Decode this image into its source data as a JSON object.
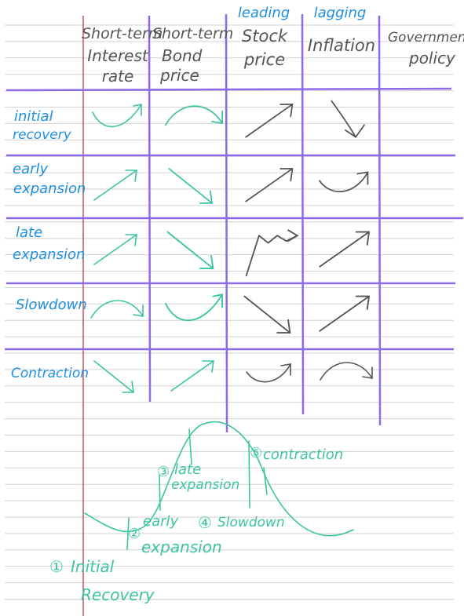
{
  "table": {
    "columns": [
      {
        "line1": "Short-term",
        "line2": "Interest",
        "line3": "rate",
        "tag": ""
      },
      {
        "line1": "Short-term",
        "line2": "Bond",
        "line3": "price",
        "tag": ""
      },
      {
        "line1": "Stock",
        "line2": "price",
        "line3": "",
        "tag": "leading"
      },
      {
        "line1": "Inflation",
        "line2": "",
        "line3": "",
        "tag": "lagging"
      },
      {
        "line1": "Government",
        "line2": "policy",
        "line3": "",
        "tag": ""
      }
    ],
    "rows": [
      {
        "line1": "initial",
        "line2": "recovery",
        "trends": [
          "u-curve-up",
          "arch-down",
          "up",
          "down-curve",
          ""
        ]
      },
      {
        "line1": "early",
        "line2": "expansion",
        "trends": [
          "up",
          "down",
          "up",
          "curve-up",
          ""
        ]
      },
      {
        "line1": "late",
        "line2": "expansion",
        "trends": [
          "up",
          "down",
          "up-then-flat",
          "up",
          ""
        ]
      },
      {
        "line1": "Slowdown",
        "line2": "",
        "trends": [
          "arch-down",
          "u-curve-up",
          "down",
          "up",
          ""
        ]
      },
      {
        "line1": "Contraction",
        "line2": "",
        "trends": [
          "down",
          "up",
          "curve-up",
          "arch-down",
          ""
        ]
      }
    ]
  },
  "cycle": {
    "phases": [
      {
        "number": "①",
        "line1": "Initial",
        "line2": "Recovery"
      },
      {
        "number": "②",
        "line1": "early",
        "line2": "expansion"
      },
      {
        "number": "③",
        "line1": "late",
        "line2": "expansion"
      },
      {
        "number": "④",
        "line1": "Slowdown",
        "line2": ""
      },
      {
        "number": "⑤",
        "line1": "contraction",
        "line2": ""
      }
    ]
  },
  "colors": {
    "grid": "#8f6ae8",
    "margin": "#c25a5a",
    "arrow_teal": "#3cc4a0",
    "arrow_gray": "#555555",
    "label_blue": "#1f8fe0"
  }
}
